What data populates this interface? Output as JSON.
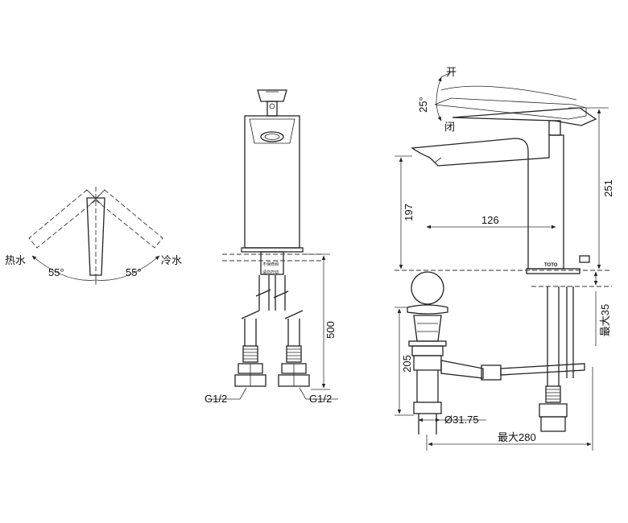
{
  "labels": {
    "hot_water": "热水",
    "cold_water": "冷水",
    "angle_left": "55°",
    "angle_right": "55°",
    "thread_left": "G1/2",
    "thread_right": "G1/2",
    "dim_500": "500",
    "open": "开",
    "closed": "闭",
    "angle_25": "25°",
    "dim_251": "251",
    "dim_197": "197",
    "dim_126": "126",
    "dim_205": "205",
    "max35": "最大35",
    "diameter": "Ø31.75",
    "max280": "最大280",
    "brand": "TOTO",
    "hose_note_1": "不保修阀",
    "hose_note_2": "请勿拧动"
  }
}
